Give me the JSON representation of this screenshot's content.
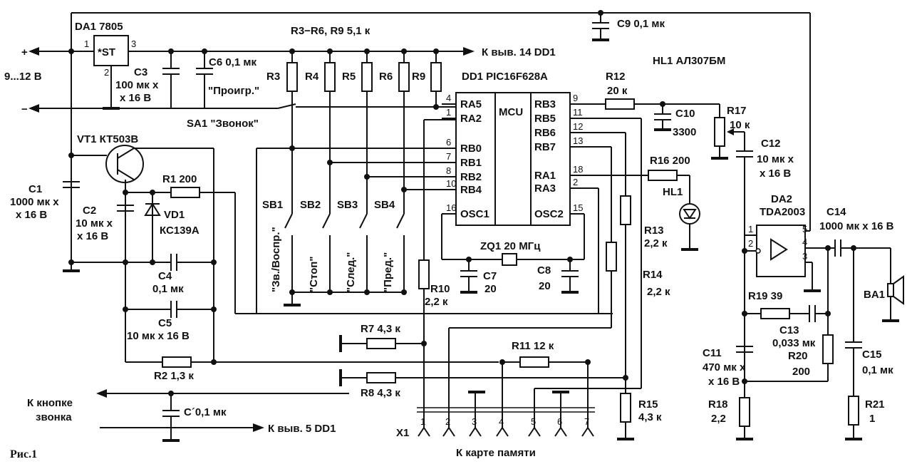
{
  "figure_label": "Рис.1",
  "connector_caption": "К карте памяти",
  "power": {
    "plus": "+",
    "minus": "−",
    "voltage": "9...12 В"
  },
  "components": {
    "DA1": "DA1  7805",
    "DA1_core": "*ST",
    "DA1_p1": "1",
    "DA1_p2": "2",
    "DA1_p3": "3",
    "C3": [
      "C3",
      "100 мк х",
      "х 16 В"
    ],
    "C6": "C6  0,1 мк",
    "C9": "C9  0,1 мк",
    "R3R9_title": "R3−R6,  R9  5,1 к",
    "to_pin14": "К выв. 14 DD1",
    "r_labels": [
      "R3",
      "R4",
      "R5",
      "R6",
      "R9"
    ],
    "sa1_play": "\"Проигр.\"",
    "sa1": "SA1 \"Звонок\"",
    "VT1": "VT1  КТ503В",
    "C1": [
      "C1",
      "1000 мк х",
      "х 16 В"
    ],
    "C2": [
      "C2",
      "10 мк х",
      "х 16 В"
    ],
    "R1": "R1  200",
    "VD1": [
      "VD1",
      "КС139А"
    ],
    "C4": [
      "C4",
      "0,1 мк"
    ],
    "C5": [
      "C5",
      "10 мк х 16 В"
    ],
    "R2": "R2 1,3 к",
    "to_bell_button": [
      "К кнопке",
      "звонка"
    ],
    "Cprime": "C´0,1 мк",
    "to_pin5": "К выв. 5 DD1",
    "DD1": "DD1   PIC16F628A",
    "mcu": "MCU",
    "left_pins": [
      {
        "num": "4",
        "name": "RA5"
      },
      {
        "num": "1",
        "name": "RA2"
      },
      {
        "num": "6",
        "name": "RB0"
      },
      {
        "num": "7",
        "name": "RB1"
      },
      {
        "num": "8",
        "name": "RB2"
      },
      {
        "num": "10",
        "name": "RB4"
      },
      {
        "num": "16",
        "name": "OSC1"
      }
    ],
    "right_pins": [
      {
        "num": "9",
        "name": "RB3"
      },
      {
        "num": "11",
        "name": "RB5"
      },
      {
        "num": "12",
        "name": "RB6"
      },
      {
        "num": "13",
        "name": "RB7"
      },
      {
        "num": "18",
        "name": "RA1"
      },
      {
        "num": "2",
        "name": "RA3"
      },
      {
        "num": "15",
        "name": "OSC2"
      }
    ],
    "buttons": [
      {
        "ref": "SB1",
        "text": "\"Зв./Воспр.\""
      },
      {
        "ref": "SB2",
        "text": "\"Стоп\""
      },
      {
        "ref": "SB3",
        "text": "\"След.\""
      },
      {
        "ref": "SB4",
        "text": "\"Пред.\""
      }
    ],
    "ZQ1": "ZQ1  20 МГц",
    "C7": [
      "C7",
      "20"
    ],
    "C8": [
      "C8",
      "20"
    ],
    "R10": [
      "R10",
      "2,2 к"
    ],
    "R7": "R7  4,3 к",
    "R8": "R8  4,3 к",
    "R11": "R11  12 к",
    "R12": [
      "R12",
      "20 к"
    ],
    "C10": [
      "C10",
      "3300"
    ],
    "R17": [
      "R17",
      "10 к"
    ],
    "C12": [
      "C12",
      "10 мк х",
      "х 16 В"
    ],
    "HL1_title": "HL1  АЛ307БМ",
    "R16": "R16  200",
    "HL1": "HL1",
    "R13": [
      "R13",
      "2,2 к"
    ],
    "R14": [
      "R14",
      "2,2 к"
    ],
    "R15": [
      "R15",
      "4,3 к"
    ],
    "DA2": [
      "DA2",
      "TDA2003"
    ],
    "DA2_pins": [
      "1",
      "2",
      "3",
      "4",
      "5"
    ],
    "C14": [
      "C14",
      "1000 мк х 16 В"
    ],
    "BA1": "BA1",
    "R19": "R19  39",
    "C13": [
      "C13",
      "0,033 мк"
    ],
    "C11": [
      "C11",
      "470 мк х",
      "х 16 В"
    ],
    "R20": [
      "R20",
      "200"
    ],
    "C15": [
      "C15",
      "0,1 мк"
    ],
    "R18": [
      "R18",
      "2,2"
    ],
    "R21": [
      "R21",
      "1"
    ],
    "X1": "X1",
    "x1_pins": [
      "1",
      "2",
      "3",
      "4",
      "5",
      "6",
      "7"
    ]
  }
}
